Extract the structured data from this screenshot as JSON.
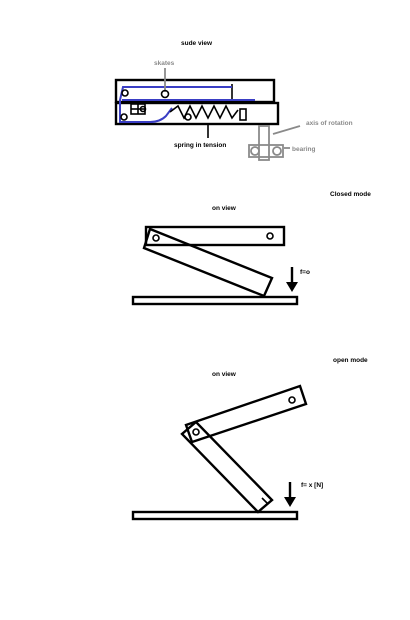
{
  "labels": {
    "side_view_title": "sude view",
    "skates": "skates",
    "spring": "spring in tension",
    "axis": "axis of rotation",
    "bearing": "bearing",
    "closed_mode": "Closed mode",
    "closed_on_view": "on view",
    "closed_force": "f=o",
    "open_mode": "open   mode",
    "open_on_view": "on view",
    "open_force": "f= x [N]"
  },
  "colors": {
    "ink": "#000000",
    "skate_blue": "#3a3ec4",
    "annotation_grey": "#8a8a8a"
  }
}
